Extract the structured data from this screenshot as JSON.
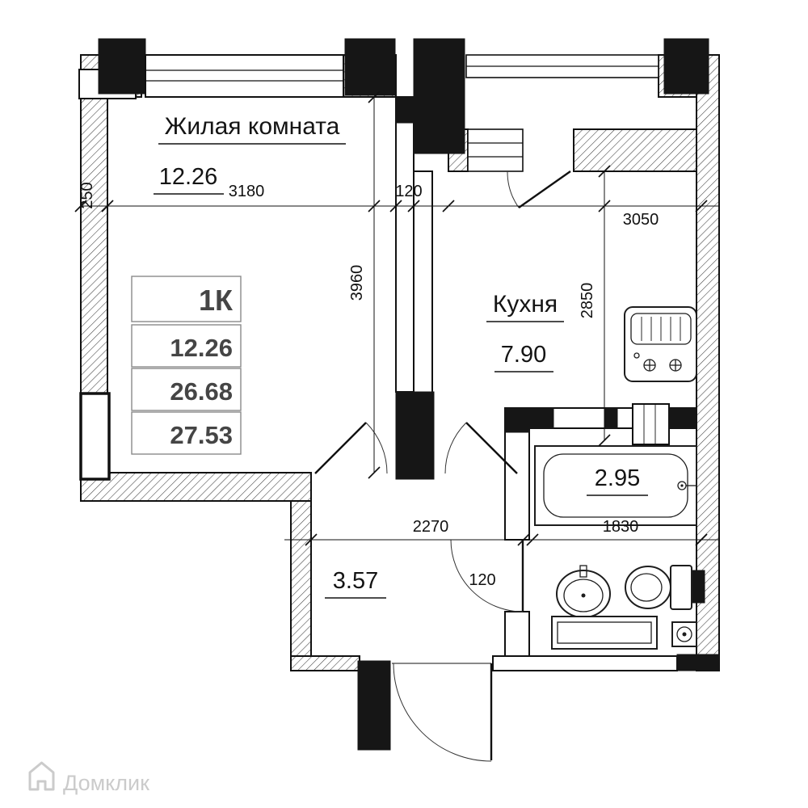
{
  "rooms": {
    "living": {
      "name": "Жилая комната",
      "area": "12.26"
    },
    "kitchen": {
      "name": "Кухня",
      "area": "7.90"
    },
    "bathroom": {
      "area": "2.95"
    },
    "hallway": {
      "area": "3.57"
    }
  },
  "info_table": {
    "type_label": "1К",
    "rows": [
      "12.26",
      "26.68",
      "27.53"
    ]
  },
  "dimensions": {
    "left_wall": "250",
    "living_width": "3180",
    "wall_gap_top": "120",
    "kitchen_width": "3050",
    "living_height": "3960",
    "kitchen_height": "2850",
    "hall_width": "2270",
    "san_width": "1830",
    "door_wall": "120"
  },
  "watermark": {
    "brand": "Домклик"
  },
  "icons": {
    "watermark_logo": "house-outline"
  },
  "colors": {
    "walls": "#161616",
    "lines": "#111111",
    "text": "#141414",
    "table_text": "#454545",
    "watermark": "#cbcbcb",
    "background": "#ffffff"
  }
}
